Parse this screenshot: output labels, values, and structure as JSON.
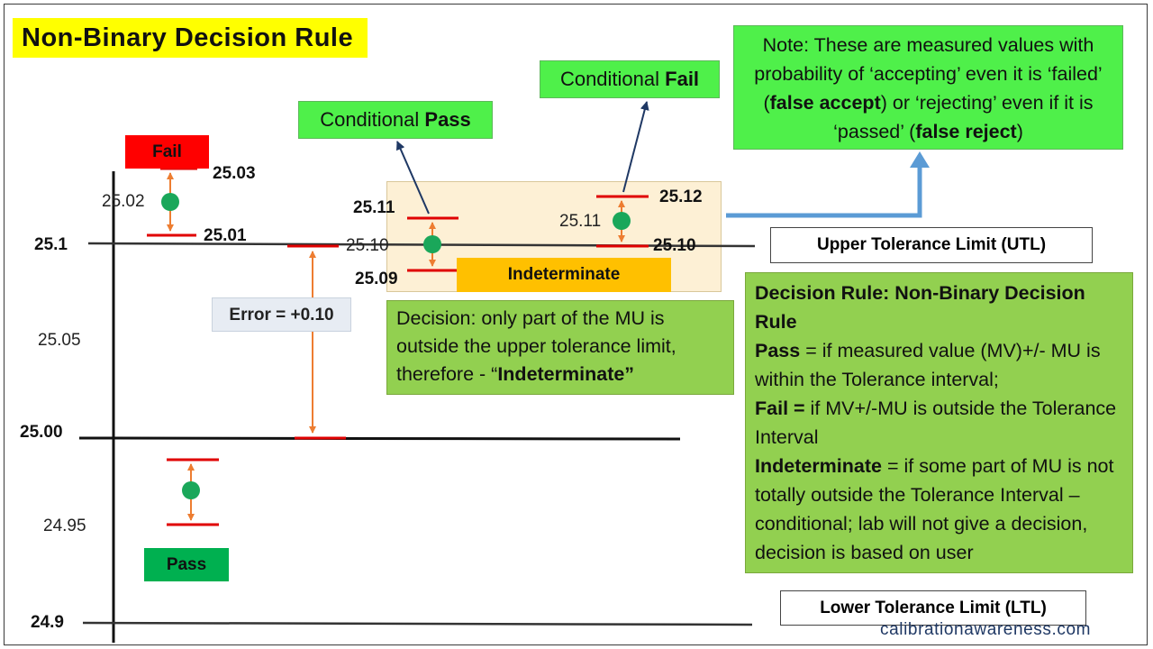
{
  "title": "Non-Binary Decision Rule",
  "footer_url": "calibrationawareness.com",
  "y_axis": {
    "upper": "25.1",
    "upper_mid": "25.05",
    "nominal": "25.00",
    "lower_mid": "24.95",
    "lower": "24.9"
  },
  "fail_case": {
    "tag": "Fail",
    "upper": "25.03",
    "value": "25.02",
    "lower": "25.01"
  },
  "pass_case": {
    "tag": "Pass"
  },
  "error": {
    "value_label": "25.10",
    "label": "Error = +0.10"
  },
  "conditional_pass_case": {
    "callout_prefix": "Conditional ",
    "callout_bold": "Pass",
    "upper": "25.11",
    "lower": "25.09"
  },
  "conditional_fail_case": {
    "callout_prefix": "Conditional ",
    "callout_bold": "Fail",
    "upper": "25.12",
    "value": "25.11",
    "lower": "25.10"
  },
  "indeterminate_tag": "Indeterminate",
  "note": {
    "p1": "Note: These are measured values with probability of ‘accepting’ even it is ‘failed’ (",
    "b1": "false accept",
    "p2": ") or ‘rejecting’ even if it is ‘passed’ (",
    "b2": "false reject",
    "p3": ")"
  },
  "utl_label": "Upper Tolerance Limit (UTL)",
  "ltl_label": "Lower Tolerance Limit (LTL)",
  "decision_note": {
    "p1": "Decision: only part of the MU is outside the upper tolerance limit, therefore - “",
    "b1": "Indeterminate”"
  },
  "decision_rule": {
    "heading": "Decision Rule: Non-Binary Decision Rule",
    "pass_label": "Pass",
    "pass_text": " = if measured value (MV)+/- MU is within the Tolerance interval;",
    "fail_label": "Fail =",
    "fail_text": " if MV+/-MU is outside the Tolerance Interval",
    "ind_label": "Indeterminate",
    "ind_text": " = if some part of MU is not totally outside the Tolerance Interval –conditional; lab will not give a decision, decision is based on user"
  },
  "colors": {
    "title_bg": "#ffff00",
    "callout_green": "#4ff04a",
    "panel_green": "#92d050",
    "fail_red": "#ff0000",
    "pass_green": "#00b050",
    "indeterminate_orange": "#ffc000",
    "highlight_bg": "#fdf0d5",
    "bound_red": "#e00000",
    "mu_arrow": "#ed7d31",
    "dot_green": "#1aa75a",
    "pointer_blue": "#5b9bd5",
    "callout_arrow": "#1f3864"
  }
}
